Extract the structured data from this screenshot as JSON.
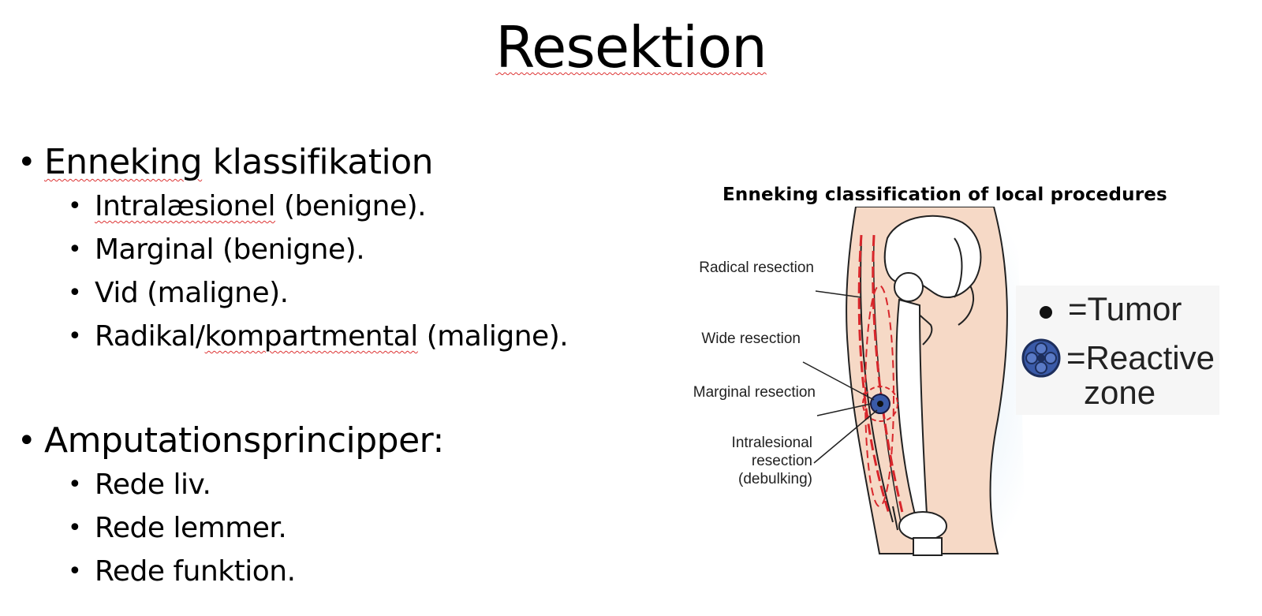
{
  "slide": {
    "title": "Resektion"
  },
  "sections": [
    {
      "heading_spell": "Enneking",
      "heading_rest": " klassifikation",
      "items": [
        {
          "spell": "Intralæsionel",
          "rest": " (benigne)."
        },
        {
          "spell": "",
          "rest": "Marginal (benigne)."
        },
        {
          "spell": "",
          "rest": "Vid (maligne)."
        },
        {
          "pre": "Radikal/",
          "spell": "kompartmental",
          "rest": " (maligne)."
        }
      ]
    },
    {
      "heading": "Amputationsprincipper:",
      "items": [
        "Rede liv.",
        "Rede lemmer.",
        "Rede funktion."
      ]
    }
  ],
  "figure": {
    "title": "Enneking classification of local procedures",
    "callouts": {
      "radical": "Radical resection",
      "wide": "Wide resection",
      "marginal": "Marginal resection",
      "intralesional_1": "Intralesional",
      "intralesional_2": "resection",
      "intralesional_3": "(debulking)"
    },
    "colors": {
      "skin": "#f4d8c4",
      "glow": "#cfe6f5",
      "margin_line": "#d8262b",
      "tumor_blue": "#3a5aa8"
    }
  },
  "legend": {
    "tumor": "=Tumor",
    "reactive_1": "=Reactive",
    "reactive_2": "zone"
  }
}
